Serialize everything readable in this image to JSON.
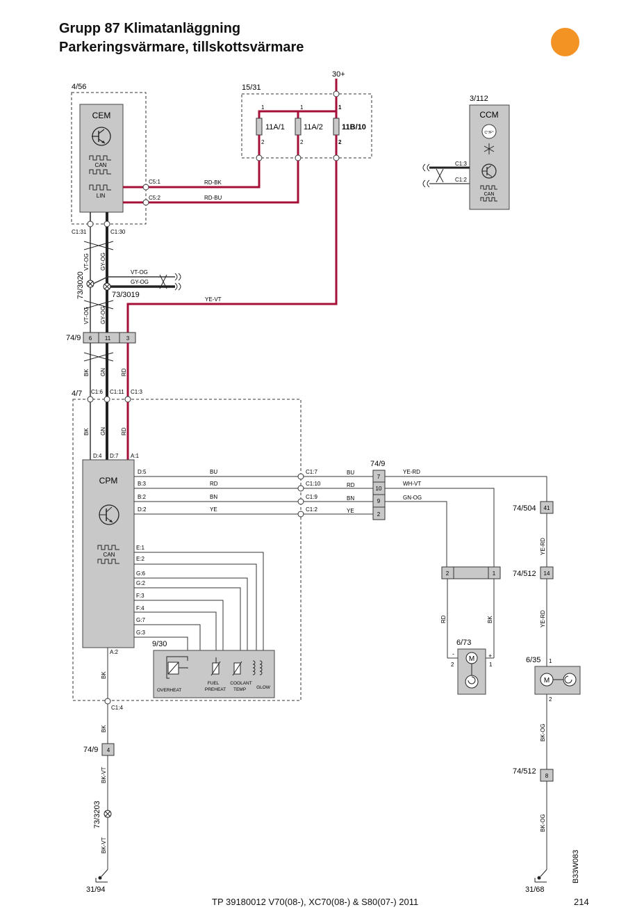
{
  "header": {
    "title_line1": "Grupp 87 Klimatanläggning",
    "title_line2": "Parkeringsvärmare, tillskottsvärmare"
  },
  "footer": {
    "document": "TP 39180012 V70(08-), XC70(08-) & S80(07-) 2011",
    "page": "214",
    "drawing_id": "B33W083"
  },
  "colors": {
    "wire_red": "#a50f37",
    "wire_dark": "#222222",
    "wire_thin": "#333333",
    "module_fill": "#c8c8c8",
    "status_dot": "#f39323"
  },
  "supply": {
    "label": "30+"
  },
  "cem": {
    "ref": "4/56",
    "name": "CEM",
    "can": "CAN",
    "lin": "LIN",
    "pins": {
      "c51": "C5:1",
      "c52": "C5:2",
      "c131": "C1:31",
      "c130": "C1:30"
    },
    "wires": {
      "c51": "RD-BK",
      "c52": "RD-BU",
      "c131": "VT-OG",
      "c130": "GY-OG"
    }
  },
  "fusebox": {
    "ref": "15/31",
    "fuses": [
      "11A/1",
      "11A/2",
      "11B/10"
    ],
    "pin_in": "1",
    "pin_out": "2"
  },
  "ccm": {
    "ref": "3/112",
    "name": "CCM",
    "can": "CAN",
    "temp_unit": "C°/F°",
    "pins": {
      "c13": "C1:3",
      "c12": "C1:2"
    }
  },
  "splices": {
    "s3020": "73/3020",
    "s3019": "73/3019",
    "s3203": "73/3203",
    "branch_wires": [
      "VT-OG",
      "GY-OG"
    ],
    "lower_wires": [
      "VT-OG",
      "GY-OG"
    ],
    "ye_vt": "YE-VT"
  },
  "connector_749_top": {
    "ref": "74/9",
    "pins": [
      "6",
      "11",
      "3"
    ]
  },
  "wires_below_749": [
    "BK",
    "GN",
    "RD"
  ],
  "cpm_box": {
    "ref": "4/7",
    "inlet_pins": [
      "C1:6",
      "C1:11",
      "C1:3"
    ],
    "inlet_wires": [
      "BK",
      "GN",
      "RD"
    ],
    "cpm_pins_top": [
      "D:4",
      "D:7",
      "A:1"
    ]
  },
  "cpm": {
    "name": "CPM",
    "can": "CAN",
    "left_pins": [
      "D:5",
      "B:3",
      "B:2",
      "D:2"
    ],
    "signal_wires": [
      "BU",
      "RD",
      "BN",
      "YE"
    ],
    "box_pins": [
      "C1:7",
      "C1:10",
      "C1:9",
      "C1:2"
    ],
    "out_wires": [
      "BU",
      "RD",
      "BN",
      "YE"
    ],
    "sensor_pins": [
      "E:1",
      "E:2",
      "G:6",
      "G:2",
      "F:3",
      "F:4",
      "G:7",
      "G:3"
    ],
    "ground_pin": "A:2",
    "ground_box_pin": "C1:4"
  },
  "connector_749_right": {
    "ref": "74/9",
    "pins": [
      "7",
      "10",
      "9",
      "2"
    ],
    "wires": [
      "YE-RD",
      "WH-VT",
      "GN-OG"
    ]
  },
  "sensor_unit": {
    "ref": "9/30",
    "labels": [
      "OVERHEAT",
      "FUEL PREHEAT",
      "COOLANT TEMP",
      "GLOW"
    ],
    "label_lines": {
      "overheat": "OVERHEAT",
      "fuel1": "FUEL",
      "fuel2": "PREHEAT",
      "coolant1": "COOLANT",
      "coolant2": "TEMP",
      "glow": "GLOW"
    }
  },
  "connector_pump": {
    "pins": [
      "2",
      "1"
    ],
    "wires": [
      "RD",
      "BK"
    ]
  },
  "pump_673": {
    "ref": "6/73",
    "minus": "-",
    "plus": "+",
    "pins": [
      "2",
      "1"
    ],
    "motor": "M"
  },
  "connector_74504": {
    "ref": "74/504",
    "pin": "41"
  },
  "connector_74512a": {
    "ref": "74/512",
    "pin": "14"
  },
  "wire_yerd": "YE-RD",
  "pump_635": {
    "ref": "6/35",
    "pins": [
      "1",
      "2"
    ],
    "motor": "M"
  },
  "wire_bkog": "BK-OG",
  "connector_74512b": {
    "ref": "74/512",
    "pin": "8"
  },
  "left_ground": {
    "wire_bk": "BK",
    "connector": {
      "ref": "74/9",
      "pin": "4"
    },
    "wire_bkvt": "BK-VT",
    "ground": "31/94"
  },
  "right_ground": {
    "ground": "31/68"
  }
}
